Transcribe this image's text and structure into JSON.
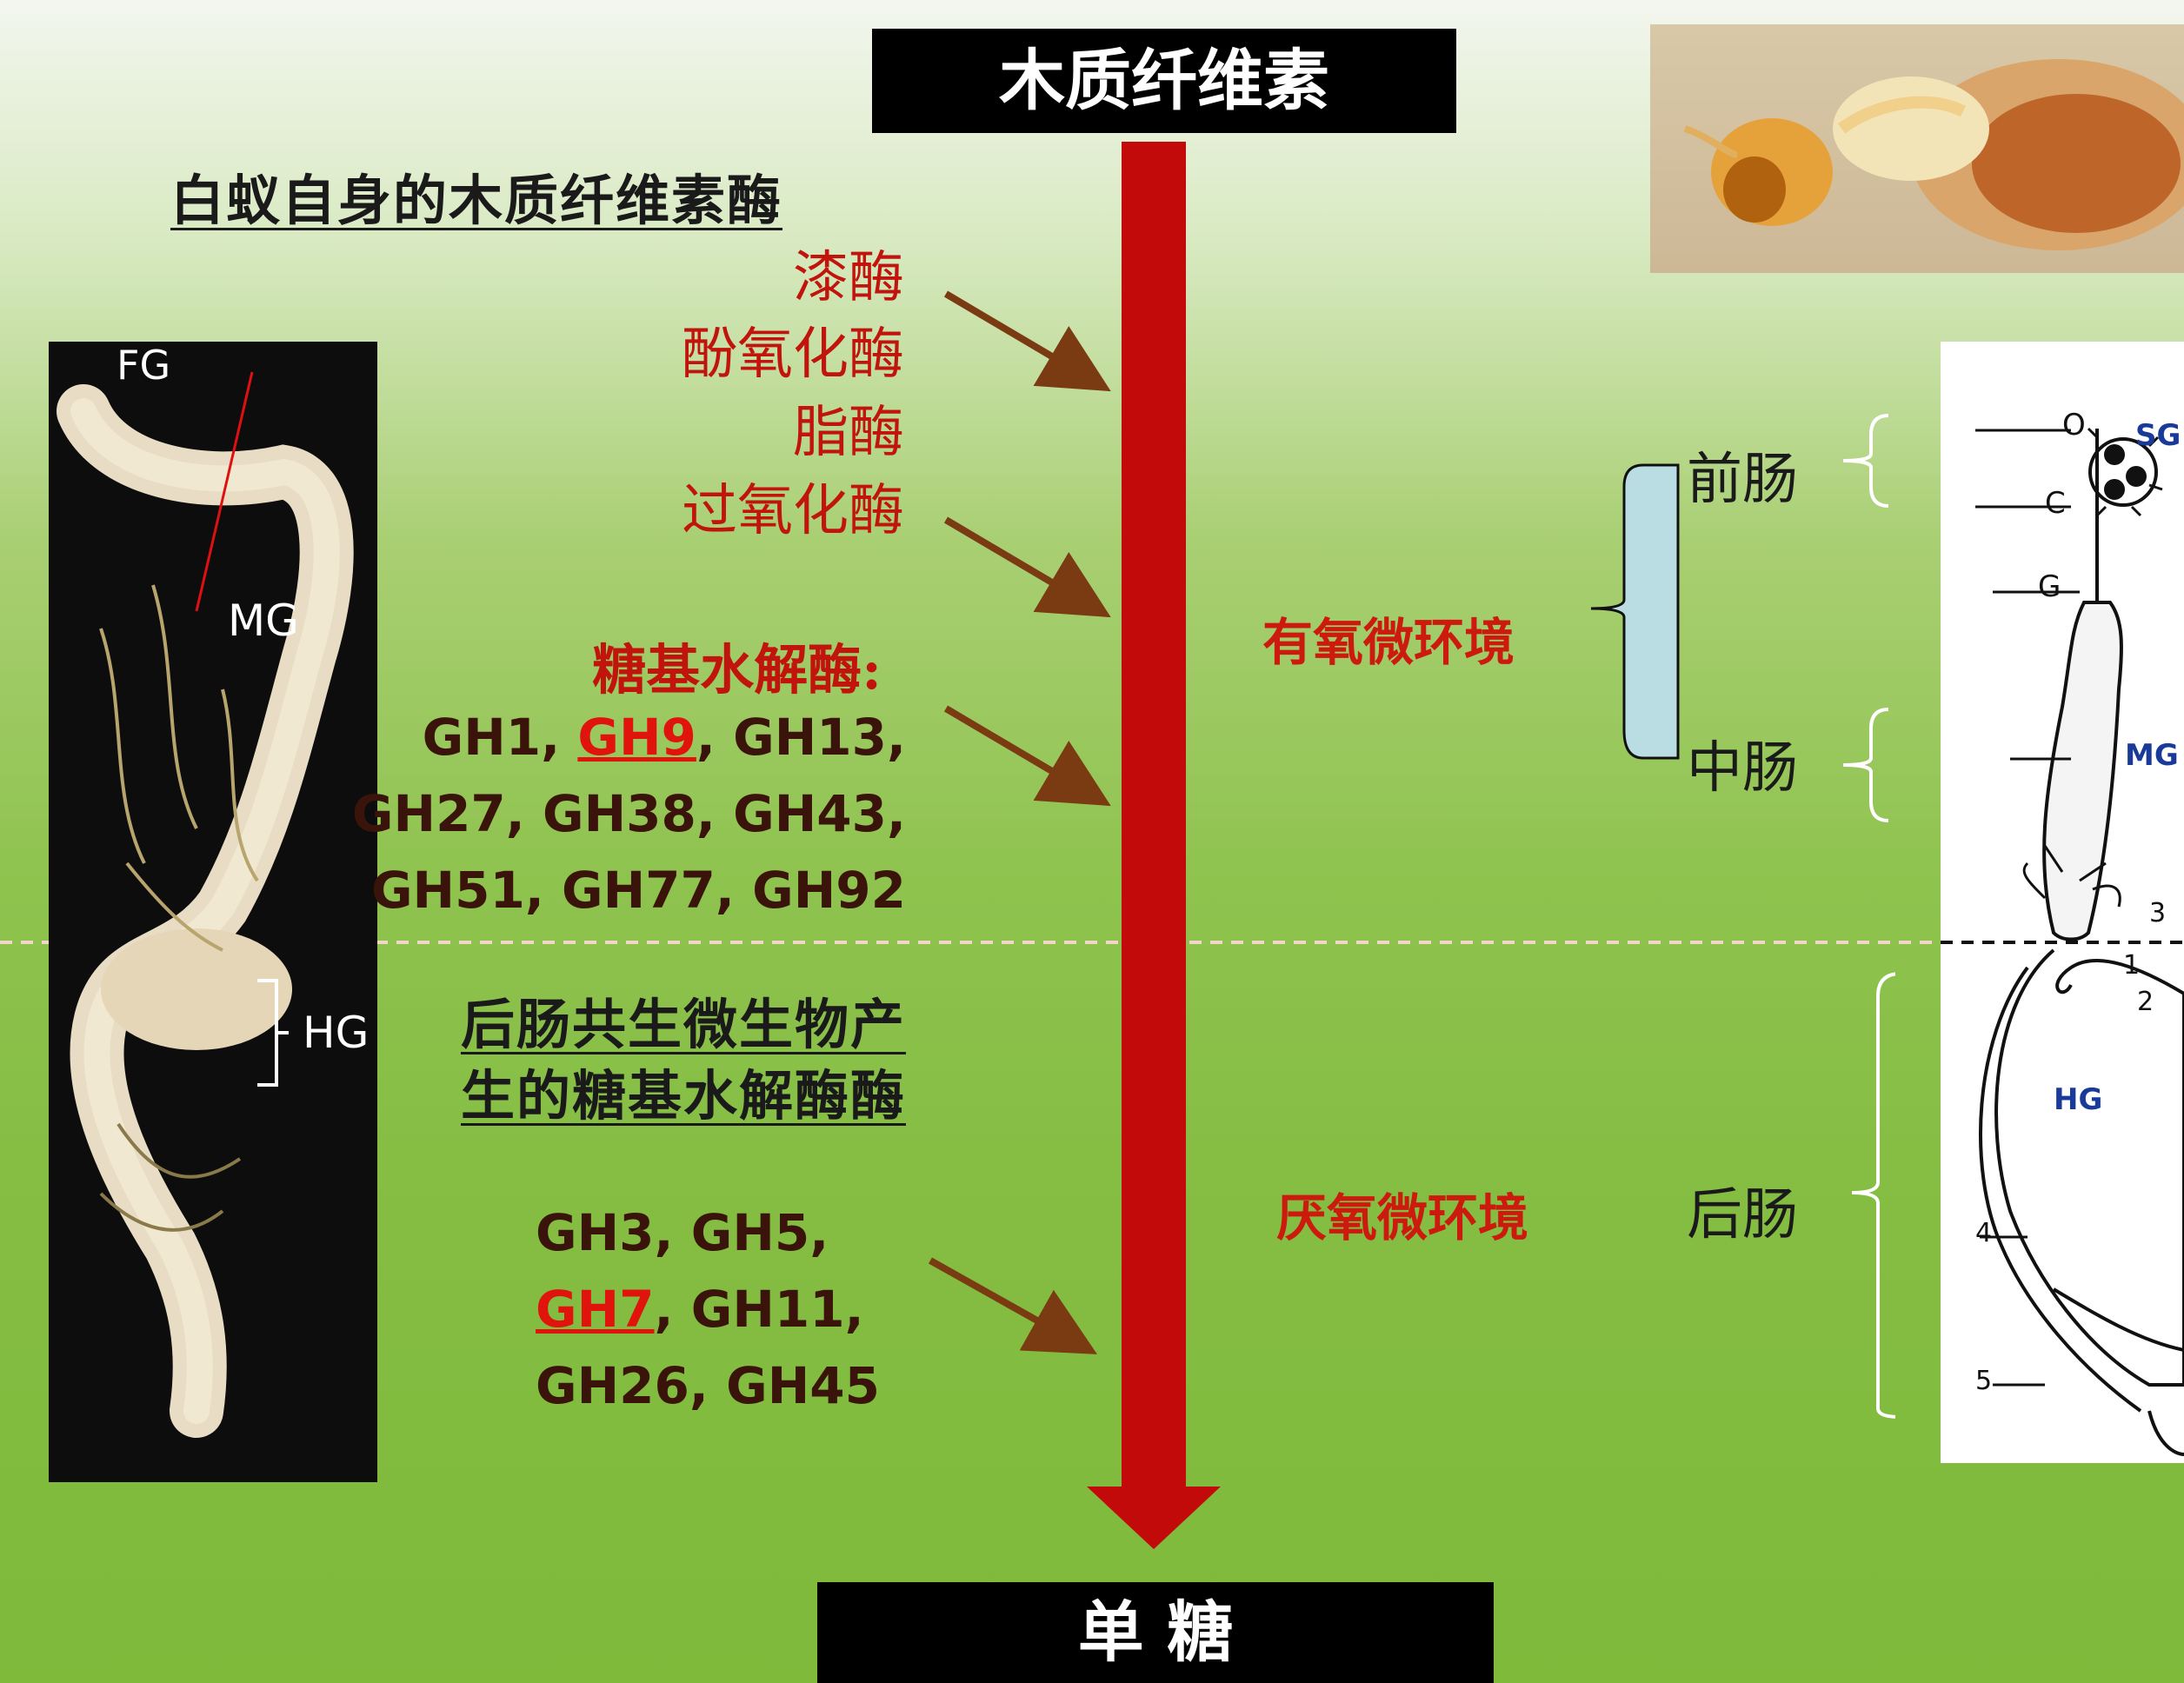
{
  "top_title": "木质纤维素",
  "bottom_title": "单 糖",
  "left_panel": {
    "heading": "白蚁自身的木质纤维素酶",
    "enzymes": [
      "漆酶",
      "酚氧化酶",
      "脂酶",
      "过氧化酶"
    ],
    "gh_heading": "糖基水解酶:",
    "gh_line1_a": "GH1, ",
    "gh_line1_hl": "GH9",
    "gh_line1_b": ", GH13,",
    "gh_line2": "GH27, GH38, GH43,",
    "gh_line3": "GH51, GH77, GH92",
    "hindgut_heading_1": "后肠共生微生物产",
    "hindgut_heading_2": "生的糖基水解酶酶",
    "gh2_line1": "GH3, GH5,",
    "gh2_line2_hl": "GH7",
    "gh2_line2_b": ", GH11,",
    "gh2_line3": "GH26, GH45"
  },
  "gut_photo_labels": {
    "fg": "FG",
    "mg": "MG",
    "hg": "HG"
  },
  "right_panel": {
    "foregut": "前肠",
    "midgut": "中肠",
    "hindgut": "后肠",
    "aerobic": "有氧微环境",
    "anaerobic": "厌氧微环境"
  },
  "drawing_labels": {
    "o": "O",
    "sg": "SG",
    "c": "C",
    "g": "G",
    "mg": "MG",
    "hg": "HG",
    "n1": "1",
    "n2": "2",
    "n3": "3",
    "n4": "4",
    "n5": "5"
  },
  "colors": {
    "arrow_main": "#c20a0a",
    "enzyme_arrow": "#7a3b12",
    "enzyme_text": "#c0140c",
    "gh_text": "#3a140a",
    "bracket_fill": "#b9dde3"
  }
}
